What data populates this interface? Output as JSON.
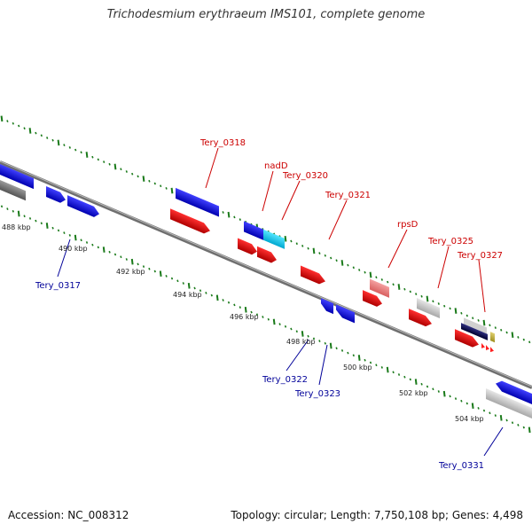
{
  "title": "Trichodesmium erythraeum IMS101, complete genome",
  "accession": "Accession: NC_008312",
  "topology": "Topology: circular; Length: 7,750,108 bp; Genes: 4,498",
  "colors": {
    "label_upper": "#cc0000",
    "label_lower": "#000099",
    "tick_marks": "#1a7a1a",
    "backbone": "#888888"
  },
  "ticks": [
    "488 kbp",
    "490 kbp",
    "492 kbp",
    "494 kbp",
    "496 kbp",
    "498 kbp",
    "500 kbp",
    "502 kbp",
    "504 kbp"
  ],
  "gene_labels_upper": [
    "Tery_0318",
    "nadD",
    "Tery_0320",
    "Tery_0321",
    "rpsD",
    "Tery_0325",
    "Tery_0327"
  ],
  "gene_labels_lower": [
    "Tery_0317",
    "Tery_0322",
    "Tery_0323",
    "Tery_0331"
  ]
}
